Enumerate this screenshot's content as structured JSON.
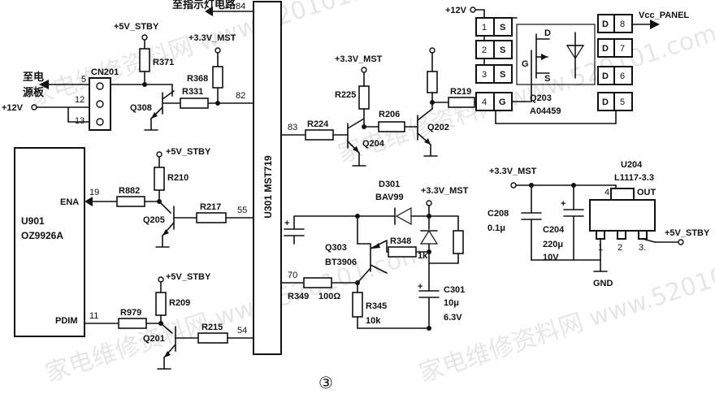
{
  "figure": {
    "number": "③"
  },
  "watermark": {
    "text": "家电维修资料网 www.520101.com"
  },
  "rails": {
    "stby_5v": "+5V_STBY",
    "mst_33v": "+3.3V_MST",
    "v12": "+12V",
    "vcc_panel": "Vcc_PANEL",
    "gnd": "GND"
  },
  "labels": {
    "indicator": "至指示灯电路",
    "power_board": "至电源板",
    "ena": "ENA",
    "pdim": "PDIM"
  },
  "chips": {
    "u301": "U301 MST719",
    "u901_ref": "U901",
    "u901_part": "OZ9926A",
    "u204_ref": "U204",
    "u204_part": "L1117-3.3",
    "u204_out": "OUT",
    "cn201": "CN201"
  },
  "pins": {
    "p84": "84",
    "p82": "82",
    "p83": "83",
    "p55": "55",
    "p70": "70",
    "p54": "54",
    "cn5": "5",
    "cn12": "12",
    "cn13": "13",
    "u901_19": "19",
    "u901_11": "11",
    "q203_1": "1",
    "q203_2": "2",
    "q203_3": "3",
    "q203_4": "4",
    "q203_5": "5",
    "q203_6": "6",
    "q203_7": "7",
    "q203_8": "8",
    "u204_1": "1",
    "u204_2": "2",
    "u204_3": "3.",
    "u204_4": "4"
  },
  "q203_pins": {
    "s": "S",
    "d": "D",
    "g": "G"
  },
  "transistors": {
    "q308": "Q308",
    "q205": "Q205",
    "q201": "Q201",
    "q204": "Q204",
    "q202": "Q202",
    "q303": "Q303",
    "q303_part": "BT3906",
    "q203": "Q203",
    "q203_part": "A04459"
  },
  "resistors": {
    "r371": "R371",
    "r368": "R368",
    "r331": "R331",
    "r210": "R210",
    "r882": "R882",
    "r217": "R217",
    "r209": "R209",
    "r979": "R979",
    "r215": "R215",
    "r225": "R225",
    "r224": "R224",
    "r206": "R206",
    "r219": "R219",
    "r348": "R348",
    "r348_val": "1k",
    "r349": "R349",
    "r349_val": "100Ω",
    "r345": "R345",
    "r345_val": "10k"
  },
  "diodes": {
    "d301": "D301",
    "d301_part": "BAV99"
  },
  "capacitors": {
    "c301": "C301",
    "c301_val1": "10μ",
    "c301_val2": "6.3V",
    "c208": "C208",
    "c208_val": "0.1μ",
    "c204": "C204",
    "c204_val1": "220μ",
    "c204_val2": "10V"
  }
}
